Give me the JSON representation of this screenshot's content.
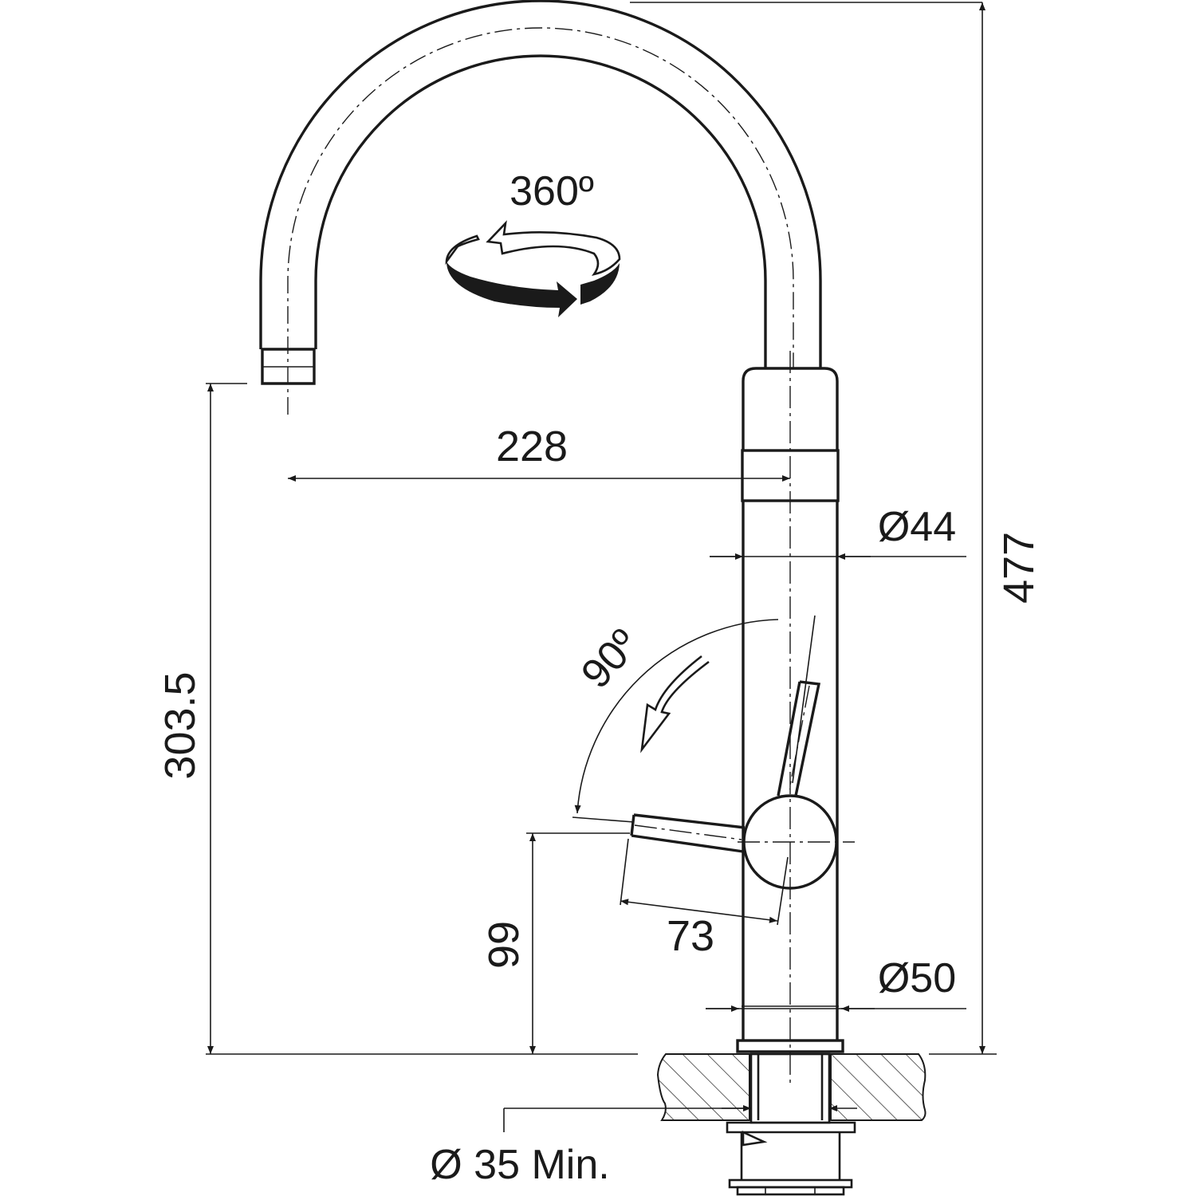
{
  "dimensions": {
    "rotation": "360º",
    "spout_reach": "228",
    "body_diameter": "Ø44",
    "total_height": "477",
    "spout_height": "303.5",
    "lever_angle": "90º",
    "lever_height": "99",
    "lever_length": "73",
    "base_diameter": "Ø50",
    "hole_diameter": "Ø 35 Min."
  },
  "colors": {
    "line": "#1a1a1a",
    "background": "#ffffff"
  }
}
